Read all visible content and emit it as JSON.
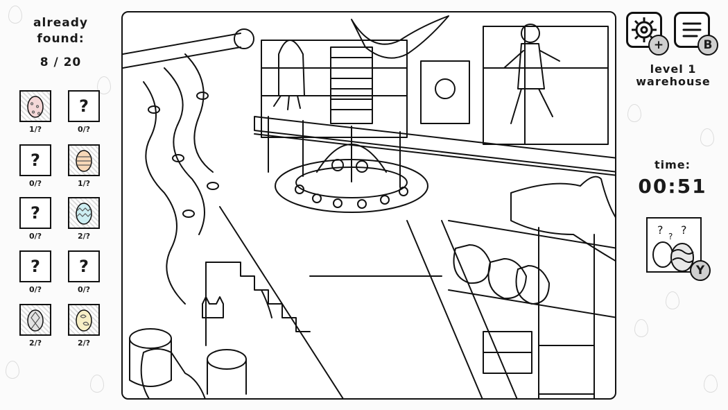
{
  "progress": {
    "title_line1": "already",
    "title_line2": "found:",
    "count": "8 / 20"
  },
  "egg_slots": [
    {
      "label": "1/?",
      "state": "found",
      "color": "#f4d7d7",
      "pattern": "dots"
    },
    {
      "label": "0/?",
      "state": "unknown",
      "symbol": "?"
    },
    {
      "label": "0/?",
      "state": "unknown",
      "symbol": "?"
    },
    {
      "label": "1/?",
      "state": "found",
      "color": "#f7d8b8",
      "pattern": "stripes"
    },
    {
      "label": "0/?",
      "state": "unknown",
      "symbol": "?"
    },
    {
      "label": "2/?",
      "state": "found",
      "color": "#cdeef2",
      "pattern": "zigzag"
    },
    {
      "label": "0/?",
      "state": "unknown",
      "symbol": "?"
    },
    {
      "label": "0/?",
      "state": "unknown",
      "symbol": "?"
    },
    {
      "label": "2/?",
      "state": "found",
      "color": "#e3e3e3",
      "pattern": "diamonds"
    },
    {
      "label": "2/?",
      "state": "found",
      "color": "#f7efc6",
      "pattern": "spots"
    }
  ],
  "controls": {
    "settings_badge": "+",
    "menu_badge": "B",
    "hint_badge": "Y"
  },
  "level": {
    "line1": "level 1",
    "line2": "warehouse"
  },
  "timer": {
    "label": "time:",
    "value": "00:51"
  },
  "icons": {
    "settings": "gear-icon",
    "menu": "list-icon",
    "hint": "hint-eggs-icon"
  },
  "colors": {
    "ink": "#111111",
    "badge": "#cfcfcf",
    "background": "#fbfbfb"
  }
}
